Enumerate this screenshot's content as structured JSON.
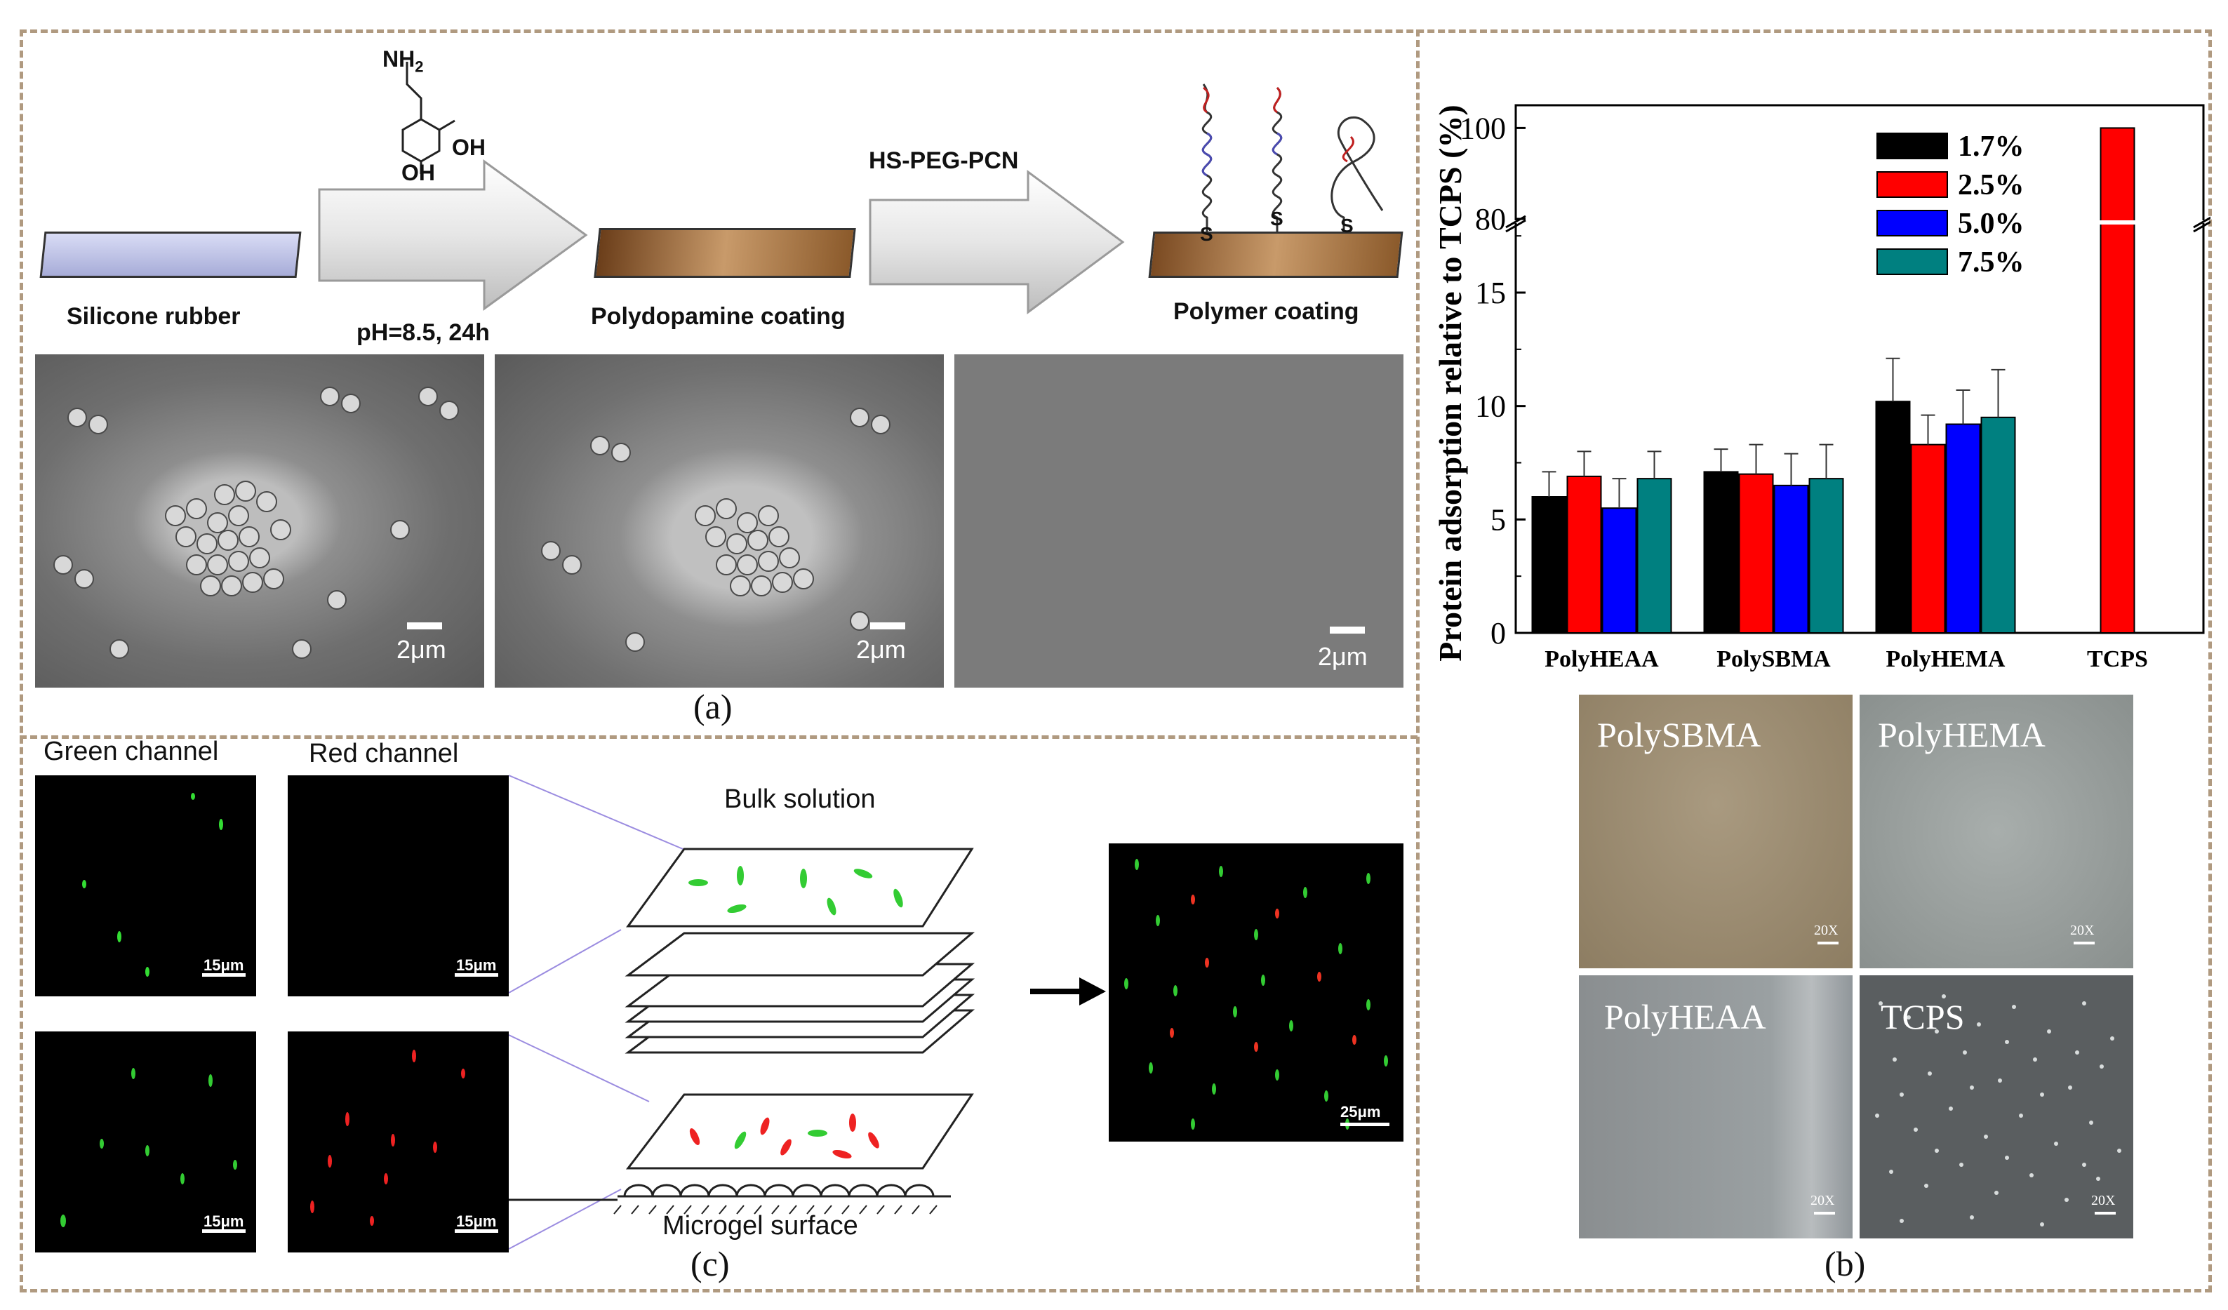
{
  "panel_a": {
    "label": "(a)",
    "molecule_amine": "NH",
    "molecule_amine_sub": "2",
    "molecule_oh1": "OH",
    "molecule_oh2": "OH",
    "step1": "Silicone rubber",
    "step1_condition": "pH=8.5, 24h",
    "step2": "Polydopamine coating",
    "step2_reagent": "HS-PEG-PCN",
    "step3": "Polymer coating",
    "thiol_label": "S",
    "sem_scale": [
      "2μm",
      "2μm",
      "2μm"
    ]
  },
  "panel_b": {
    "label": "(b)",
    "micro_labels": [
      "PolySBMA",
      "PolyHEMA",
      "PolyHEAA",
      "TCPS"
    ],
    "micro_mag": "20X"
  },
  "panel_c": {
    "label": "(c)",
    "green_channel": "Green channel",
    "red_channel": "Red channel",
    "bulk_solution": "Bulk solution",
    "microgel_surface": "Microgel surface",
    "scale_small": "15μm",
    "scale_merged": "25μm"
  },
  "colors": {
    "border": "#b09a80",
    "bar_black": "#000000",
    "bar_red": "#ff0000",
    "bar_blue": "#0000ff",
    "bar_teal": "#008080",
    "polydopamine": "#8b5a2b",
    "silicone": "#b8bce8"
  },
  "chart_data": {
    "type": "bar",
    "title": "",
    "xlabel": "",
    "ylabel": "Protein adsorption relative to TCPS (%)",
    "categories": [
      "PolyHEAA",
      "PolySBMA",
      "PolyHEMA",
      "TCPS"
    ],
    "axis_break": [
      18,
      80
    ],
    "yticks": [
      "0",
      "5",
      "10",
      "15",
      "80",
      "100"
    ],
    "legend_placement": "top-right",
    "series": [
      {
        "name": "1.7%",
        "color": "#000000",
        "values": [
          6.0,
          7.1,
          10.2,
          null
        ],
        "errors": [
          1.1,
          1.0,
          1.9,
          null
        ]
      },
      {
        "name": "2.5%",
        "color": "#ff0000",
        "values": [
          6.9,
          7.0,
          8.3,
          100
        ],
        "errors": [
          1.1,
          1.3,
          1.3,
          null
        ]
      },
      {
        "name": "5.0%",
        "color": "#0000ff",
        "values": [
          5.5,
          6.5,
          9.2,
          null
        ],
        "errors": [
          1.3,
          1.4,
          1.5,
          null
        ]
      },
      {
        "name": "7.5%",
        "color": "#008080",
        "values": [
          6.8,
          6.8,
          9.5,
          null
        ],
        "errors": [
          1.2,
          1.5,
          2.1,
          null
        ]
      }
    ]
  }
}
